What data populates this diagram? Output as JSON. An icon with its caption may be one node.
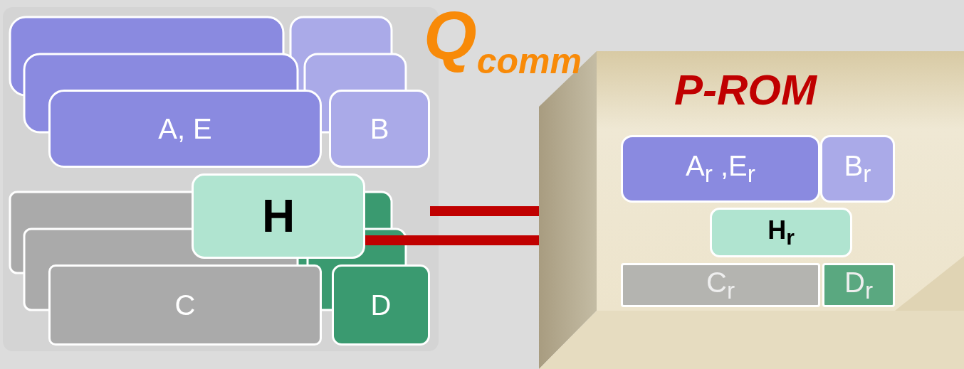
{
  "diagram": {
    "nodes": [
      {
        "text": [],
        "shape": "box"
      },
      {
        "text": [
          "A, E"
        ],
        "in": 0
      },
      {
        "text": [
          "B"
        ],
        "in": 0
      },
      {
        "text": [
          "H"
        ],
        "in": 0
      },
      {
        "text": [
          "C"
        ],
        "in": 0
      },
      {
        "text": [
          "D"
        ],
        "in": 0
      },
      {
        "text": [
          "P-ROM"
        ]
      },
      {
        "text": [
          "A$_{r}$ ,E$_{r}$"
        ],
        "in": 6
      },
      {
        "text": [
          "B$_{r}$"
        ],
        "in": 6
      },
      {
        "text": [
          "H$_{r}$"
        ],
        "in": 6
      },
      {
        "text": [
          "C$_{r}$"
        ],
        "in": 6
      },
      {
        "text": [
          "D$_{r}$"
        ],
        "in": 6
      }
    ],
    "edges": [
      {
        "from": 2,
        "to": 6,
        "arrow": "none"
      },
      {
        "from": 3,
        "to": 6,
        "arrow": "none"
      }
    ],
    "labels": [
      "Q$_{comm}$"
    ]
  }
}
